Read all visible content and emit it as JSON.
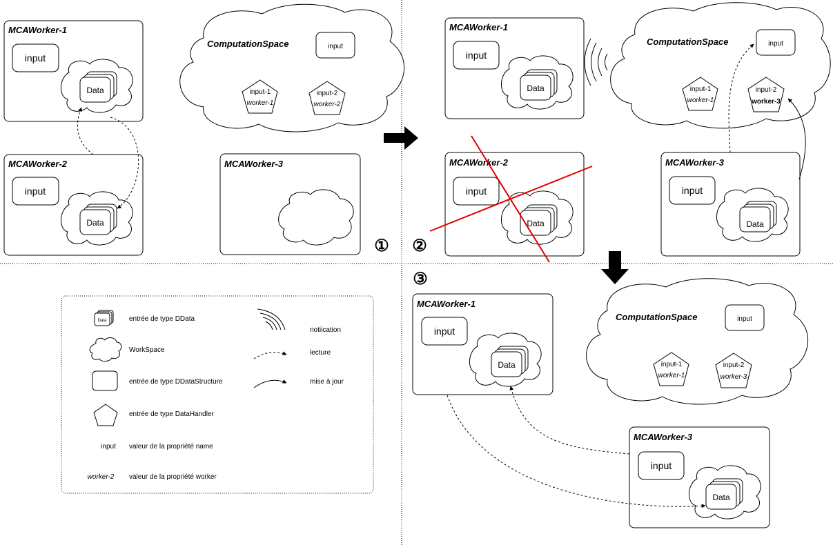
{
  "panel1": {
    "worker1": {
      "title": "MCAWorker-1",
      "input": "input",
      "data": "Data"
    },
    "worker2": {
      "title": "MCAWorker-2",
      "input": "input",
      "data": "Data"
    },
    "worker3": {
      "title": "MCAWorker-3"
    },
    "space": {
      "title": "ComputationSpace",
      "input": "input",
      "handlers": [
        {
          "name": "input-1",
          "worker": "worker-1"
        },
        {
          "name": "input-2",
          "worker": "worker-2"
        }
      ]
    },
    "step": "①"
  },
  "panel2": {
    "worker1": {
      "title": "MCAWorker-1",
      "input": "input",
      "data": "Data"
    },
    "worker2": {
      "title": "MCAWorker-2",
      "input": "input",
      "data": "Data"
    },
    "worker3": {
      "title": "MCAWorker-3",
      "input": "input",
      "data": "Data"
    },
    "space": {
      "title": "ComputationSpace",
      "input": "input",
      "handlers": [
        {
          "name": "input-1",
          "worker": "worker-1"
        },
        {
          "name": "input-2",
          "worker": "worker-3"
        }
      ]
    },
    "step": "②"
  },
  "panel3": {
    "worker1": {
      "title": "MCAWorker-1",
      "input": "input",
      "data": "Data"
    },
    "worker3": {
      "title": "MCAWorker-3",
      "input": "input",
      "data": "Data"
    },
    "space": {
      "title": "ComputationSpace",
      "input": "input",
      "handlers": [
        {
          "name": "input-1",
          "worker": "worker-1"
        },
        {
          "name": "input-2",
          "worker": "worker-3"
        }
      ]
    },
    "step": "③"
  },
  "legend": {
    "data_icon_label": "Data",
    "items": [
      {
        "text": "entrée de type DData"
      },
      {
        "text": "WorkSpace"
      },
      {
        "text": "entrée de type DDataStructure"
      },
      {
        "text": "entrée de type DataHandler"
      },
      {
        "symbol": "input",
        "text": "valeur de la propriété name"
      },
      {
        "symbol": "worker-2",
        "text": "valeur de la propriété worker"
      }
    ],
    "right_items": [
      {
        "text": "notiication"
      },
      {
        "text": "lecture"
      },
      {
        "text": "mise à jour"
      }
    ]
  },
  "colors": {
    "cross": "#e00000",
    "stroke": "#000000"
  }
}
